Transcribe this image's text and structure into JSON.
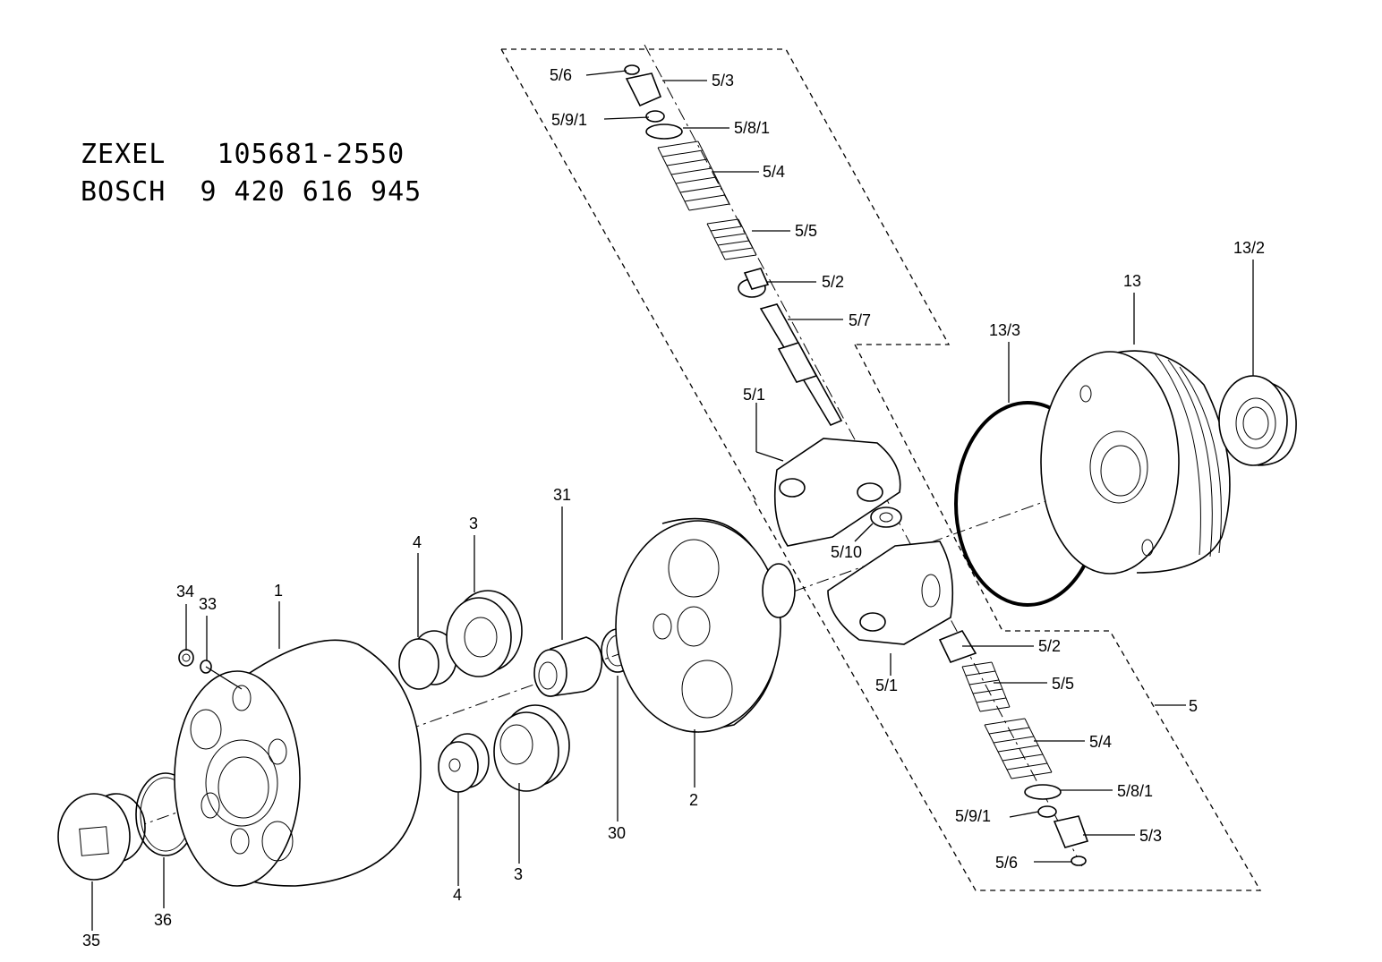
{
  "header": {
    "zexel_brand": "ZEXEL",
    "zexel_number": "105681-2550",
    "bosch_brand": "BOSCH",
    "bosch_number": "9 420 616 945"
  },
  "labels": {
    "p1": "1",
    "p2": "2",
    "p3a": "3",
    "p3b": "3",
    "p4a": "4",
    "p4b": "4",
    "p5": "5",
    "p13": "13",
    "p13_2": "13/2",
    "p13_3": "13/3",
    "p30": "30",
    "p31": "31",
    "p33": "33",
    "p34": "34",
    "p35": "35",
    "p36": "36",
    "top_5_6": "5/6",
    "top_5_3": "5/3",
    "top_5_9_1": "5/9/1",
    "top_5_8_1": "5/8/1",
    "top_5_4": "5/4",
    "top_5_5": "5/5",
    "top_5_2": "5/2",
    "top_5_7": "5/7",
    "top_5_1": "5/1",
    "p5_10": "5/10",
    "bot_5_1": "5/1",
    "bot_5_2": "5/2",
    "bot_5_5": "5/5",
    "bot_5_4": "5/4",
    "bot_5_8_1": "5/8/1",
    "bot_5_9_1": "5/9/1",
    "bot_5_3": "5/3",
    "bot_5_6": "5/6"
  },
  "colors": {
    "line": "#000000",
    "background": "#ffffff"
  }
}
